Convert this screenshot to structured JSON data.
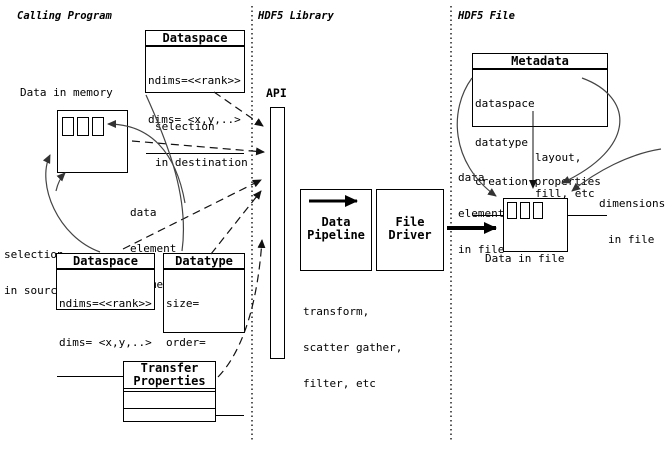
{
  "sections": [
    {
      "label": "Calling Program"
    },
    {
      "label": "HDF5 Library"
    },
    {
      "label": "HDF5 File"
    }
  ],
  "boxes": {
    "dataspace_dest": {
      "title": "Dataspace",
      "rows": [
        "ndims=<<rank>>",
        "dims= <x,y,..>"
      ]
    },
    "dataspace_src": {
      "title": "Dataspace",
      "rows": [
        "ndims=<<rank>>",
        "dims= <x,y,..>"
      ]
    },
    "datatype": {
      "title": "Datatype",
      "rows": [
        "size=",
        "order=",
        "..."
      ]
    },
    "transfer_properties": {
      "title_lines": [
        "Transfer",
        "Properties"
      ]
    },
    "metadata": {
      "title": "Metadata",
      "rows": [
        "dataspace",
        "datatype",
        "creation properties"
      ]
    },
    "data_pipeline": {
      "title_lines": [
        "Data",
        "Pipeline"
      ]
    },
    "file_driver": {
      "title_lines": [
        "File",
        "Driver"
      ]
    }
  },
  "labels": {
    "api": "API",
    "data_in_memory": "Data in memory",
    "data_in_file": "Data in file",
    "selection_in_destination": [
      "selection",
      "in destination"
    ],
    "selection_in_source": [
      "selection",
      "in source"
    ],
    "data_element_in_memory": [
      "data",
      "element",
      "in memory"
    ],
    "data_element_in_file": [
      "data",
      "element",
      "in file"
    ],
    "layout_fill": [
      "layout,",
      "fill, etc"
    ],
    "dimensions_in_file": [
      "dimensions",
      "in file"
    ],
    "pipeline_functions": [
      "transform,",
      "scatter gather,",
      "filter, etc"
    ]
  },
  "colors": {
    "ink": "#000000",
    "curve": "#444444",
    "dash": "#111111"
  }
}
